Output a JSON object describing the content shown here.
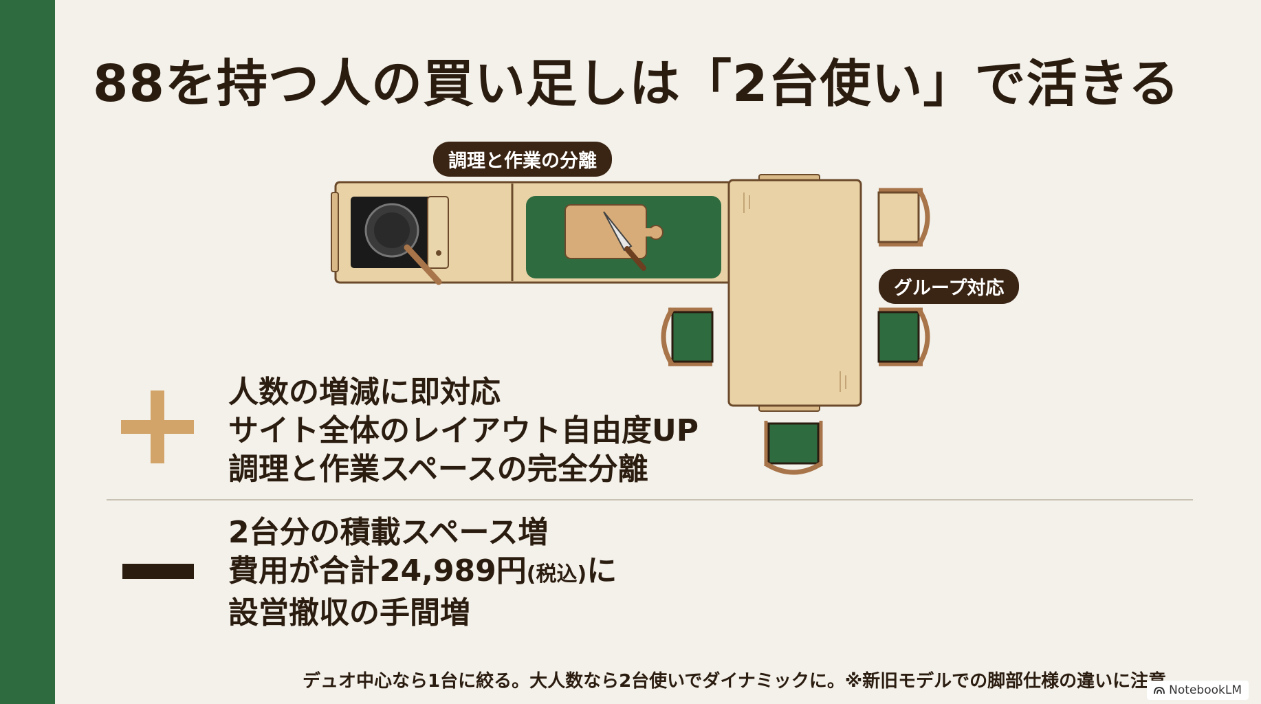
{
  "slide": {
    "title": "88を持つ人の買い足しは「2台使い」で活きる",
    "tag_separate": "調理と作業の分離",
    "tag_group": "グループ対応",
    "pros": [
      "人数の増減に即対応",
      "サイト全体のレイアウト自由度UP",
      "調理と作業スペースの完全分離"
    ],
    "cons": {
      "line1": "2台分の積載スペース増",
      "line2_main": "費用が合計24,989円",
      "line2_small": "(税込)",
      "line2_end": "に",
      "line3": "設営撤収の手間増"
    },
    "footer": "デュオ中心なら1台に絞る。大人数なら2台使いでダイナミックに。※新旧モデルでの脚部仕様の違いに注意",
    "watermark": "NotebookLM"
  },
  "icons": {
    "plus": "plus-icon",
    "minus": "minus-icon",
    "pan": "frying-pan-icon",
    "knife": "knife-icon",
    "cutting_board": "cutting-board-icon",
    "chair": "chair-icon",
    "table": "table-icon",
    "notebooklm": "notebooklm-icon"
  },
  "colors": {
    "background": "#f3f1ea",
    "accent_green": "#2e6b3f",
    "dark_brown": "#2b1c10",
    "wood": "#e8d2a6",
    "plus": "#d2a46a"
  }
}
